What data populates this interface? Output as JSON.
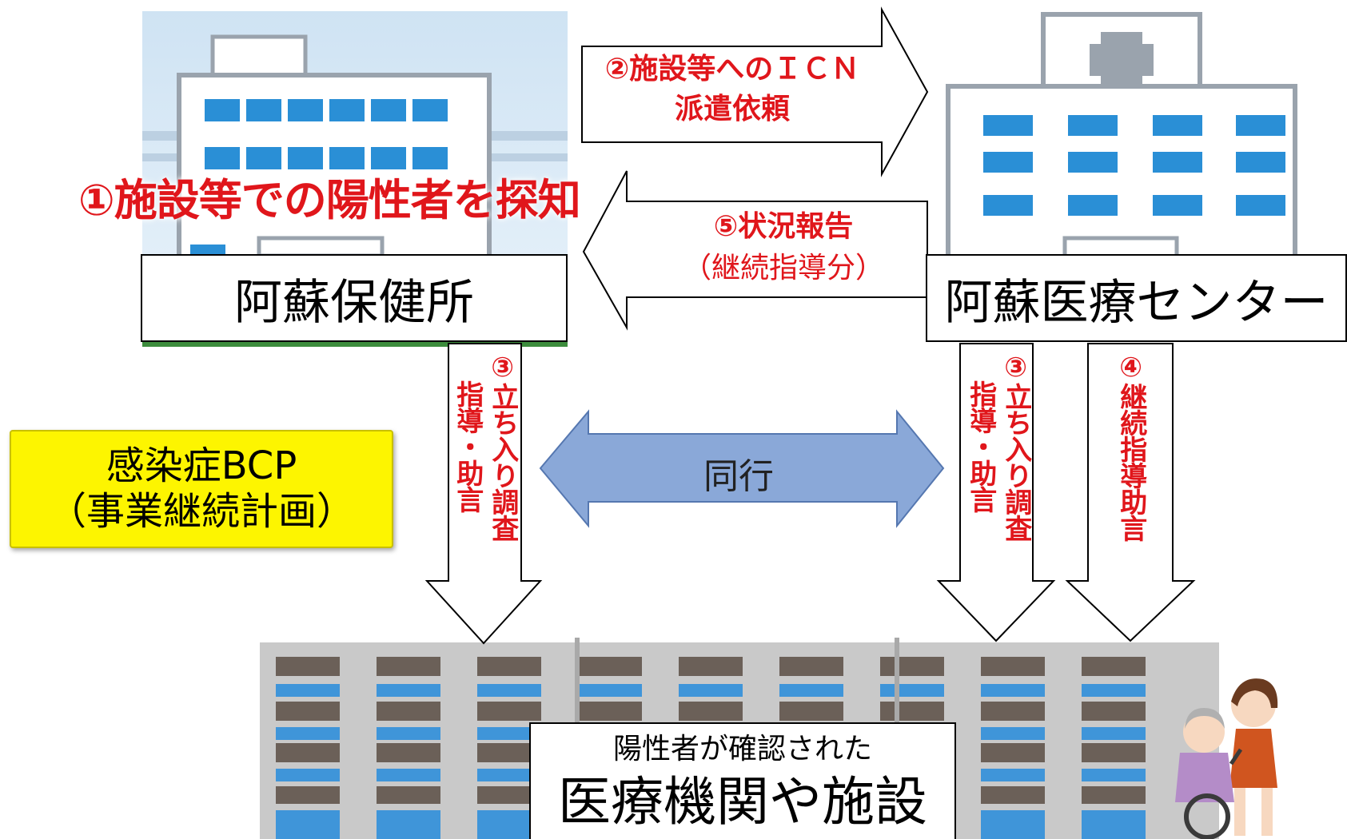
{
  "step1": "①施設等での陽性者を探知",
  "step2": {
    "line1": "②施設等へのＩＣＮ",
    "line2": "派遣依頼"
  },
  "step5": {
    "line1": "⑤状況報告",
    "line2": "（継続指導分）"
  },
  "health_center": "阿蘇保健所",
  "medical_center": "阿蘇医療センター",
  "step3_left": {
    "col1": "③立ち入り調査",
    "col2": "指導・助言"
  },
  "step3_right": {
    "col1": "③立ち入り調査",
    "col2": "指導・助言"
  },
  "step4": "④継続指導助言",
  "accompany": "同行",
  "bcp": {
    "line1": "感染症BCP",
    "line2": "（事業継続計画）"
  },
  "facility": {
    "caption": "陽性者が確認された",
    "name": "医療機関や施設"
  },
  "colors": {
    "red": "#e0161b",
    "bcp_yellow": "#fdf500",
    "arrow_blue": "#8aa8d8",
    "building_blue": "#2a8fd6"
  }
}
